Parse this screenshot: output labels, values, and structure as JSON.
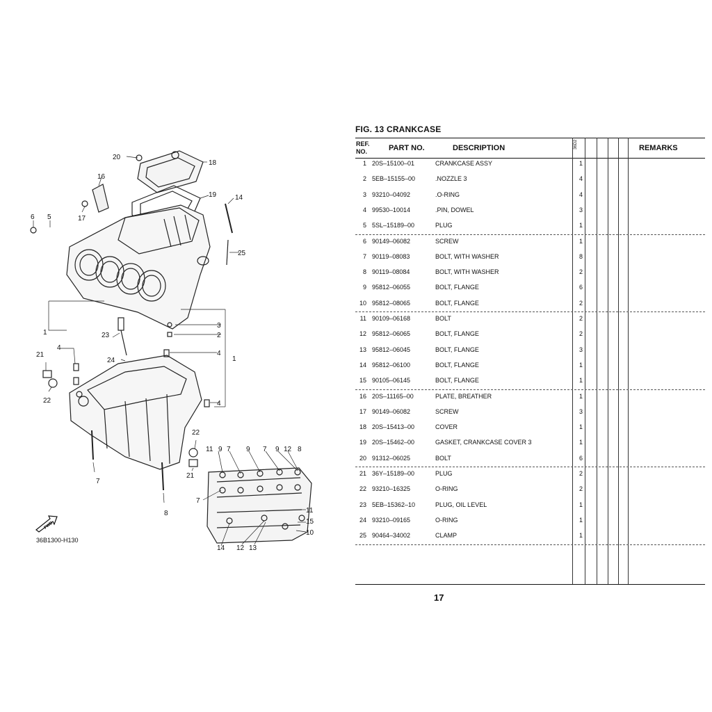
{
  "figure": {
    "title": "FIG.  13   CRANKCASE",
    "code": "36B1300-H130",
    "page_number": "17",
    "fwd_label": "FWD"
  },
  "table": {
    "headers": {
      "ref": "REF.",
      "no": "NO.",
      "part_no": "PART NO.",
      "description": "DESCRIPTION",
      "model_code": "36D2",
      "remarks": "REMARKS"
    },
    "rows": [
      {
        "ref": "1",
        "part_no": "20S–15100–01",
        "description": "CRANKCASE ASSY",
        "qty": "1"
      },
      {
        "ref": "2",
        "part_no": "5EB–15155–00",
        "description": ".NOZZLE 3",
        "qty": "4"
      },
      {
        "ref": "3",
        "part_no": "93210–04092",
        "description": ".O-RING",
        "qty": "4"
      },
      {
        "ref": "4",
        "part_no": "99530–10014",
        "description": ".PIN, DOWEL",
        "qty": "3"
      },
      {
        "ref": "5",
        "part_no": "5SL–15189–00",
        "description": "PLUG",
        "qty": "1"
      },
      {
        "ref": "6",
        "part_no": "90149–06082",
        "description": "SCREW",
        "qty": "1"
      },
      {
        "ref": "7",
        "part_no": "90119–08083",
        "description": "BOLT, WITH WASHER",
        "qty": "8"
      },
      {
        "ref": "8",
        "part_no": "90119–08084",
        "description": "BOLT, WITH WASHER",
        "qty": "2"
      },
      {
        "ref": "9",
        "part_no": "95812–06055",
        "description": "BOLT, FLANGE",
        "qty": "6"
      },
      {
        "ref": "10",
        "part_no": "95812–08065",
        "description": "BOLT, FLANGE",
        "qty": "2"
      },
      {
        "ref": "11",
        "part_no": "90109–06168",
        "description": "BOLT",
        "qty": "2"
      },
      {
        "ref": "12",
        "part_no": "95812–06065",
        "description": "BOLT, FLANGE",
        "qty": "2"
      },
      {
        "ref": "13",
        "part_no": "95812–06045",
        "description": "BOLT, FLANGE",
        "qty": "3"
      },
      {
        "ref": "14",
        "part_no": "95812–06100",
        "description": "BOLT, FLANGE",
        "qty": "1"
      },
      {
        "ref": "15",
        "part_no": "90105–06145",
        "description": "BOLT, FLANGE",
        "qty": "1"
      },
      {
        "ref": "16",
        "part_no": "20S–11165–00",
        "description": "PLATE, BREATHER",
        "qty": "1"
      },
      {
        "ref": "17",
        "part_no": "90149–06082",
        "description": "SCREW",
        "qty": "3"
      },
      {
        "ref": "18",
        "part_no": "20S–15413–00",
        "description": "COVER",
        "qty": "1"
      },
      {
        "ref": "19",
        "part_no": "20S–15462–00",
        "description": "GASKET, CRANKCASE COVER 3",
        "qty": "1"
      },
      {
        "ref": "20",
        "part_no": "91312–06025",
        "description": "BOLT",
        "qty": "6"
      },
      {
        "ref": "21",
        "part_no": "36Y–15189–00",
        "description": "PLUG",
        "qty": "2"
      },
      {
        "ref": "22",
        "part_no": "93210–16325",
        "description": "O-RING",
        "qty": "2"
      },
      {
        "ref": "23",
        "part_no": "5EB–15362–10",
        "description": "PLUG, OIL LEVEL",
        "qty": "1"
      },
      {
        "ref": "24",
        "part_no": "93210–09165",
        "description": "O-RING",
        "qty": "1"
      },
      {
        "ref": "25",
        "part_no": "90464–34002",
        "description": "CLAMP",
        "qty": "1"
      }
    ]
  },
  "callouts": {
    "c20": "20",
    "c18": "18",
    "c16": "16",
    "c19": "19",
    "c14": "14",
    "c17": "17",
    "c6": "6",
    "c5": "5",
    "c25": "25",
    "c3": "3",
    "c2": "2",
    "c1a": "1",
    "c1b": "1",
    "c4a": "4",
    "c4b": "4",
    "c4c": "4",
    "c23": "23",
    "c21a": "21",
    "c24": "24",
    "c22a": "22",
    "c22b": "22",
    "c21b": "21",
    "c7a": "7",
    "c8a": "8",
    "d11a": "11",
    "d9a": "9",
    "d7a": "7",
    "d9b": "9",
    "d7b": "7",
    "d9c": "9",
    "d12a": "12",
    "d8": "8",
    "d7c": "7",
    "d11b": "11",
    "d15": "15",
    "d10": "10",
    "d14": "14",
    "d12b": "12",
    "d13": "13"
  }
}
